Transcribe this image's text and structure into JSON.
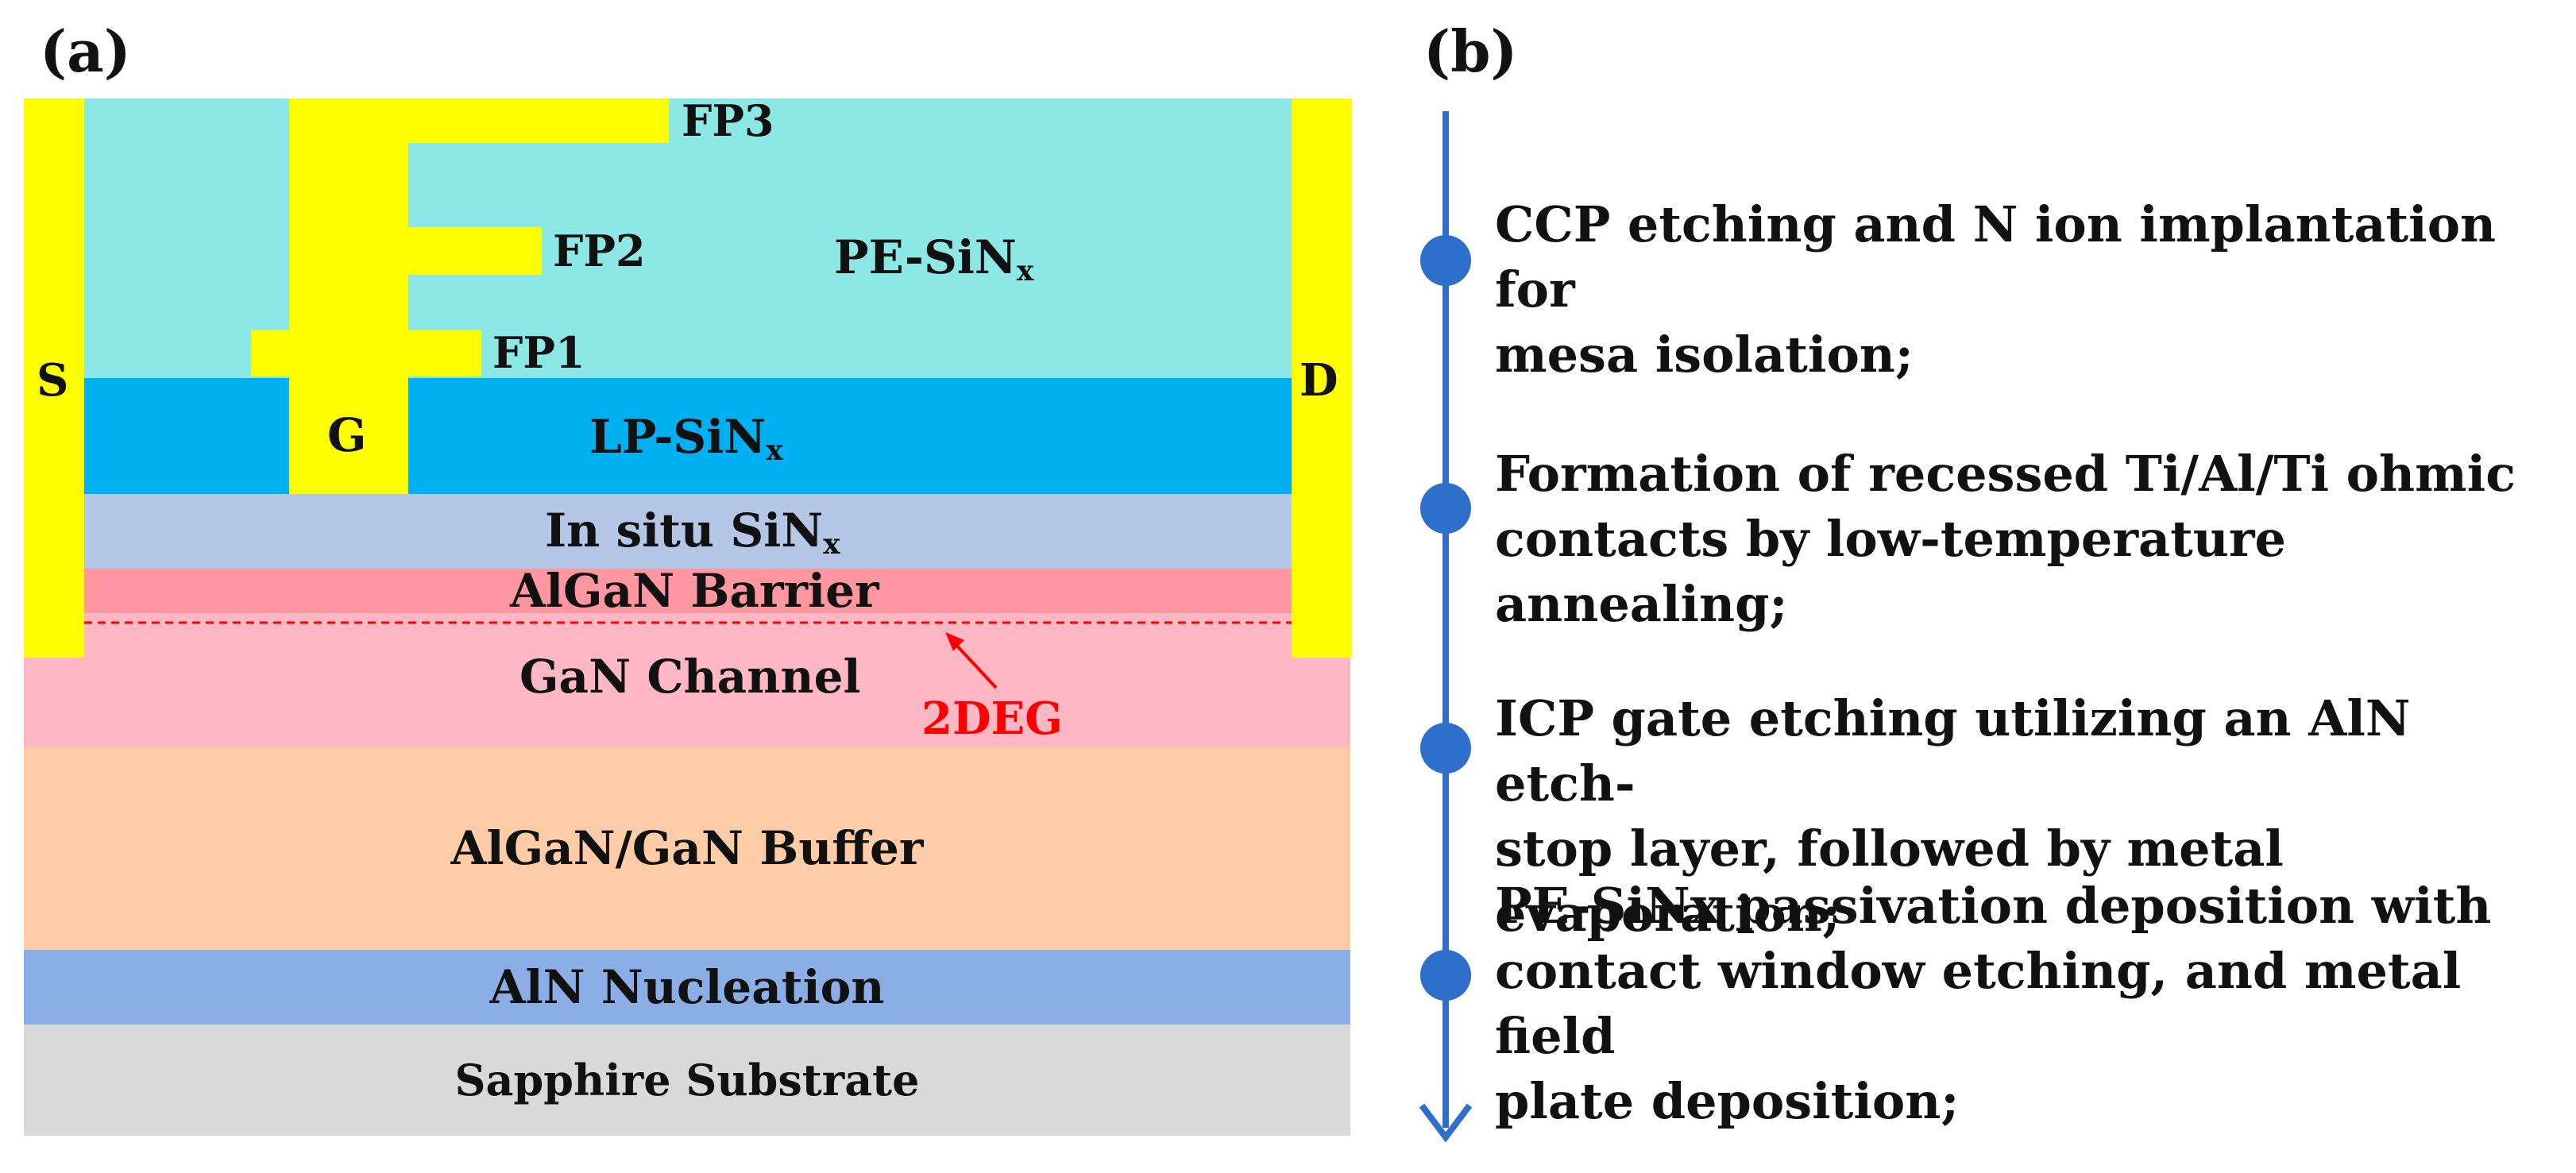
{
  "panel_a": {
    "label": "(a)",
    "colors": {
      "pe_sinx": "#8BE8E4",
      "lp_sinx": "#00B0F0",
      "insitu_sinx": "#B4C7E7",
      "algan_barrier": "#FF96A0",
      "gan_channel": "#FFB8C3",
      "buffer": "#FFCCA8",
      "nucleation": "#8BAEE6",
      "substrate": "#D9D9D9",
      "metal": "#FFFF00",
      "twodeg": "#FF0000"
    },
    "layers": {
      "pe_sinx": {
        "main": "PE-SiN",
        "sub": "x"
      },
      "lp_sinx": {
        "main": "LP-SiN",
        "sub": "x"
      },
      "insitu_sinx": {
        "main": "In situ SiN",
        "sub": "x"
      },
      "algan_barrier": "AlGaN Barrier",
      "gan_channel": "GaN Channel",
      "buffer": "AlGaN/GaN Buffer",
      "nucleation": "AlN Nucleation",
      "substrate": "Sapphire Substrate"
    },
    "contacts": {
      "source": "S",
      "drain": "D",
      "gate": "G"
    },
    "field_plates": {
      "fp1": "FP1",
      "fp2": "FP2",
      "fp3": "FP3"
    },
    "twodeg_label": "2DEG"
  },
  "panel_b": {
    "label": "(b)",
    "line_color": "#2E6FCC",
    "steps": [
      {
        "lines": [
          "CCP etching and N ion implantation for",
          "mesa isolation;"
        ]
      },
      {
        "lines": [
          "Formation of recessed Ti/Al/Ti ohmic",
          "contacts by low-temperature annealing;"
        ]
      },
      {
        "lines": [
          "ICP gate etching utilizing an AlN etch-",
          "stop layer, followed by metal evaporation;"
        ]
      },
      {
        "lines": [
          "PE-SiNx passivation deposition with",
          "contact window etching, and metal field",
          "plate deposition;"
        ]
      }
    ]
  }
}
